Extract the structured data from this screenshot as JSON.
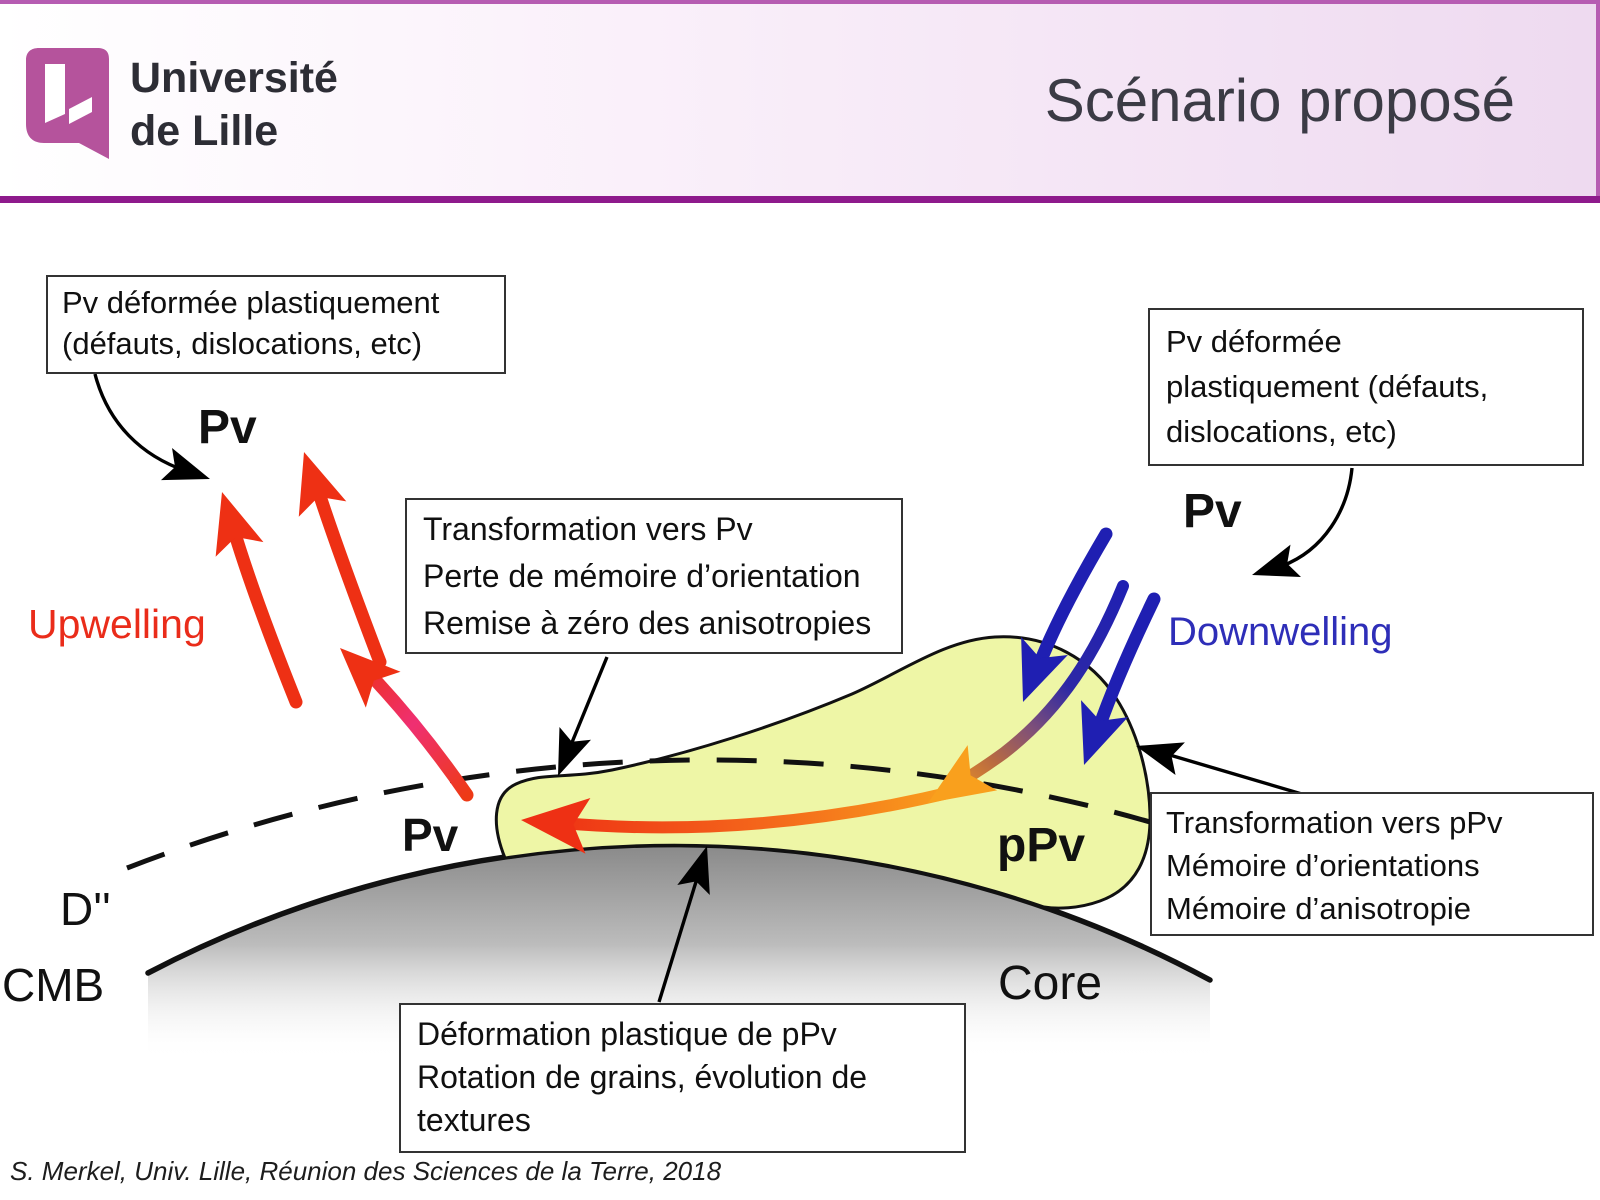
{
  "header": {
    "logo_line1": "Université",
    "logo_line2": "de Lille",
    "title": "Scénario proposé"
  },
  "diagram": {
    "labels": {
      "pv_top": "Pv",
      "pv_mid": "Pv",
      "pv_right": "Pv",
      "ppv": "pPv",
      "upwelling": "Upwelling",
      "downwelling": "Downwelling",
      "d_layer": "D''",
      "cmb": "CMB",
      "core": "Core"
    },
    "callouts": {
      "pv_deformed_left": {
        "lines": [
          "Pv déformée plastiquement",
          "(défauts, dislocations, etc)"
        ]
      },
      "transformation_pv": {
        "lines": [
          "Transformation vers Pv",
          "Perte de mémoire d’orientation",
          "Remise à zéro des anisotropies"
        ]
      },
      "pv_deformed_right": {
        "lines": [
          "Pv déformée",
          "plastiquement (défauts,",
          "dislocations, etc)"
        ]
      },
      "transformation_ppv": {
        "lines": [
          "Transformation vers pPv",
          "Mémoire d’orientations",
          "Mémoire d’anisotropie"
        ]
      },
      "deformation_ppv": {
        "lines": [
          "Déformation plastique de pPv",
          "Rotation de grains, évolution de",
          "textures"
        ]
      }
    }
  },
  "footer": {
    "citation": "S. Merkel, Univ. Lille, Réunion des Sciences de la Terre, 2018"
  },
  "colors": {
    "accent_rule": "#8e1a8c",
    "header_border": "#b65cb2",
    "logo_magenta": "#b5539c",
    "title_text": "#3b3b45",
    "upwelling_red": "#ee3014",
    "pink_transition": "#ef2f72",
    "downwelling_blue": "#1f1fb2",
    "orange": "#f9a01d",
    "blob_fill": "#eef6a6",
    "core_gray": "#8c8c8c"
  }
}
